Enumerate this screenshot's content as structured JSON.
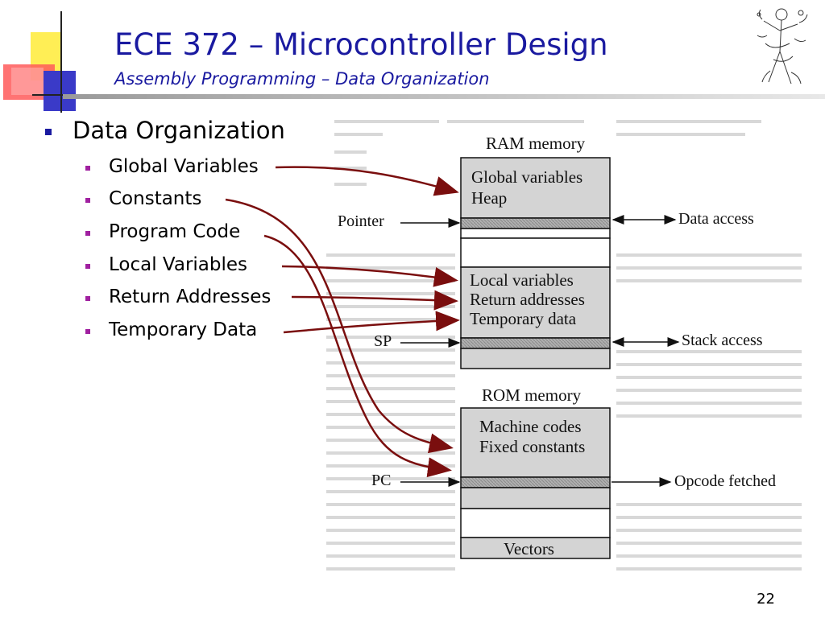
{
  "header": {
    "title": "ECE 372 – Microcontroller Design",
    "subtitle": "Assembly Programming – Data Organization"
  },
  "content": {
    "heading": "Data Organization",
    "items": [
      "Global Variables",
      "Constants",
      "Program Code",
      "Local Variables",
      "Return Addresses",
      "Temporary Data"
    ]
  },
  "diagram": {
    "ram_title": "RAM memory",
    "ram_block1": [
      "Global variables",
      "Heap"
    ],
    "ram_block2": [
      "Local variables",
      "Return addresses",
      "Temporary data"
    ],
    "pointer_label": "Pointer",
    "data_access_label": "Data access",
    "sp_label": "SP",
    "stack_access_label": "Stack access",
    "rom_title": "ROM memory",
    "rom_block1": [
      "Machine codes",
      "Fixed constants"
    ],
    "pc_label": "PC",
    "opcode_label": "Opcode fetched",
    "vectors_label": "Vectors"
  },
  "footer": {
    "page_number": "22"
  },
  "colors": {
    "title": "#1a1aa0",
    "arrow": "#7a0e0e",
    "accent_yellow": "#ffee55",
    "accent_red": "#ff4444",
    "accent_blue": "#3a3ac8"
  }
}
